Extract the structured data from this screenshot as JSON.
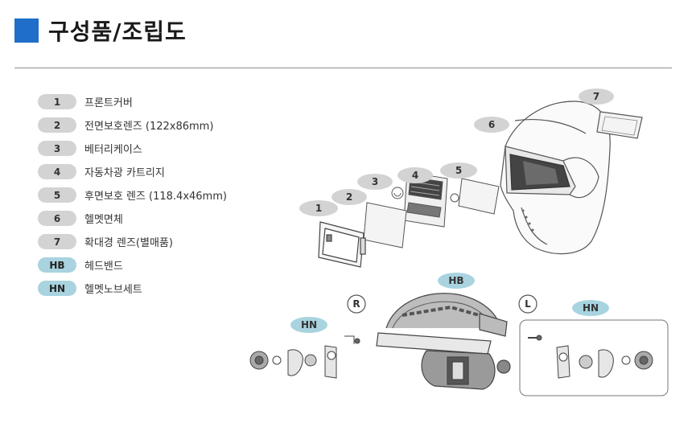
{
  "header": {
    "title": "구성품/조립도"
  },
  "legend": [
    {
      "code": "1",
      "label": "프론트커버",
      "style": "gray"
    },
    {
      "code": "2",
      "label": "전면보호렌즈 (122x86mm)",
      "style": "gray"
    },
    {
      "code": "3",
      "label": "베터리케이스",
      "style": "gray"
    },
    {
      "code": "4",
      "label": "자동차광 카트리지",
      "style": "gray"
    },
    {
      "code": "5",
      "label": "후면보호 렌즈 (118.4x46mm)",
      "style": "gray"
    },
    {
      "code": "6",
      "label": "헬멧면체",
      "style": "gray"
    },
    {
      "code": "7",
      "label": "확대경 렌즈(별매품)",
      "style": "gray"
    },
    {
      "code": "HB",
      "label": "헤드밴드",
      "style": "blue"
    },
    {
      "code": "HN",
      "label": "헬멧노브세트",
      "style": "blue"
    }
  ],
  "diagram": {
    "callouts": [
      "1",
      "2",
      "3",
      "4",
      "5",
      "6",
      "7",
      "HB",
      "HN",
      "HN"
    ],
    "sides": [
      "R",
      "L"
    ]
  },
  "colors": {
    "accent": "#1f6ec9",
    "badge_gray": "#d3d3d3",
    "badge_blue": "#a8d3df"
  }
}
